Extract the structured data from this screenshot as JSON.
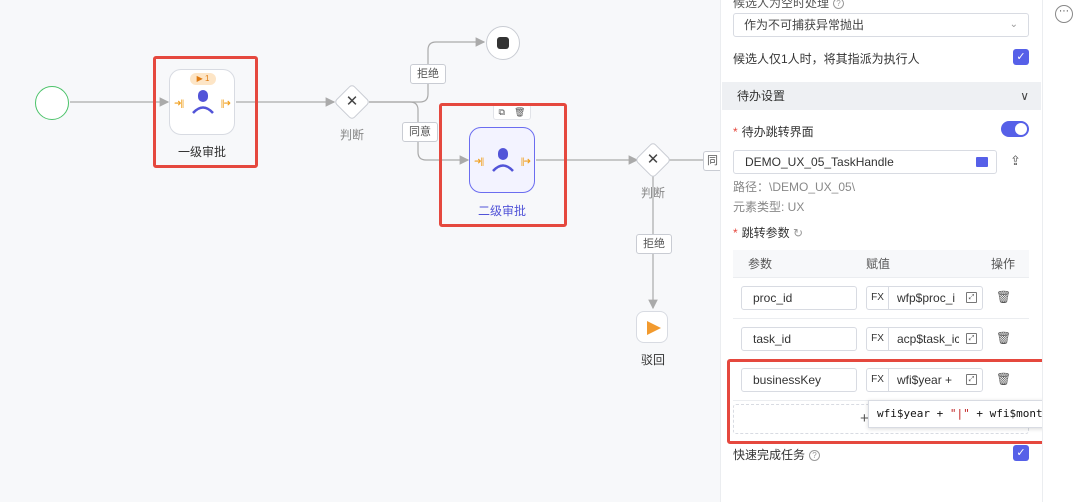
{
  "flow": {
    "start": "start",
    "end": "end",
    "node1": {
      "label": "一级审批",
      "badge": "▶ 1"
    },
    "node2": {
      "label": "二级审批"
    },
    "gateway1": {
      "label": "判断"
    },
    "gateway2": {
      "label": "判断"
    },
    "edges": {
      "reject_top": "拒绝",
      "approve": "同意",
      "reject_down": "拒绝",
      "approve_right": "同"
    },
    "reject_node": {
      "label": "驳回"
    }
  },
  "panel": {
    "candidate_empty_label": "候选人为空时处理",
    "candidate_empty_value": "作为不可捕获异常抛出",
    "single_candidate_label": "候选人仅1人时，将其指派为执行人",
    "todo_section": "待办设置",
    "todo_jump_label": "待办跳转界面",
    "todo_jump_value": "DEMO_UX_05_TaskHandle",
    "path_text": "路径：\\DEMO_UX_05\\",
    "element_type_text": "元素类型: UX",
    "jump_params_label": "跳转参数",
    "table_headers": {
      "param": "参数",
      "assign": "赋值",
      "op": "操作"
    },
    "params": [
      {
        "name": "proc_id",
        "fx": "FX",
        "value": "wfp$proc_i"
      },
      {
        "name": "task_id",
        "fx": "FX",
        "value": "acp$task_ic"
      },
      {
        "name": "businessKey",
        "fx": "FX",
        "value": "wfi$year +"
      }
    ],
    "tooltip": {
      "pre": "wfi$year + ",
      "quoted": "\"|\"",
      "post": " + wfi$month"
    },
    "quick_complete_label": "快速完成任务",
    "more_icon": "⋯"
  },
  "colors": {
    "accent": "#5660e8",
    "highlight": "#e5483e",
    "start": "#4cc36a",
    "reject": "#f29a2e"
  }
}
